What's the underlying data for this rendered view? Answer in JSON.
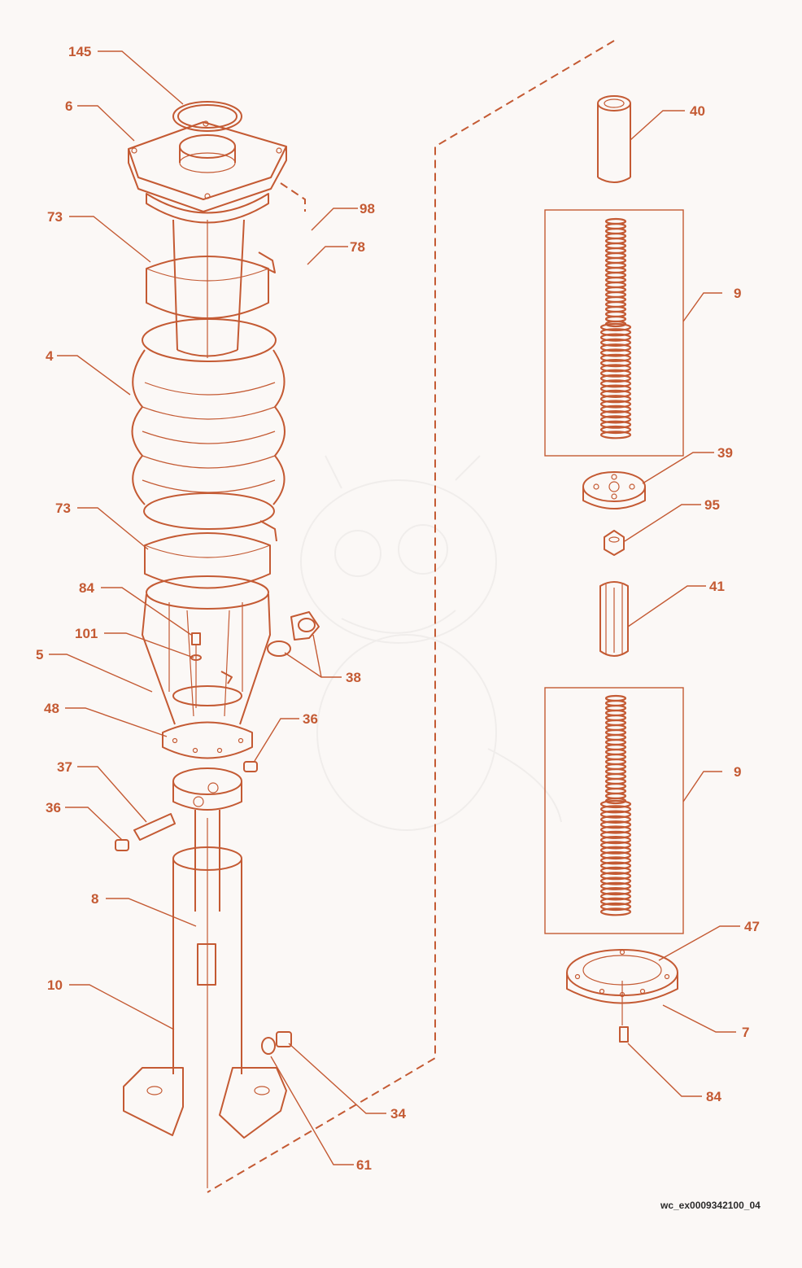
{
  "diagram": {
    "accent_color": "#c45a33",
    "callouts": [
      {
        "id": "c145",
        "label": "145"
      },
      {
        "id": "c6",
        "label": "6"
      },
      {
        "id": "c73a",
        "label": "73"
      },
      {
        "id": "c98",
        "label": "98"
      },
      {
        "id": "c78",
        "label": "78"
      },
      {
        "id": "c4",
        "label": "4"
      },
      {
        "id": "c73b",
        "label": "73"
      },
      {
        "id": "c84a",
        "label": "84"
      },
      {
        "id": "c101",
        "label": "101"
      },
      {
        "id": "c5",
        "label": "5"
      },
      {
        "id": "c38",
        "label": "38"
      },
      {
        "id": "c48",
        "label": "48"
      },
      {
        "id": "c36a",
        "label": "36"
      },
      {
        "id": "c37",
        "label": "37"
      },
      {
        "id": "c36b",
        "label": "36"
      },
      {
        "id": "c8",
        "label": "8"
      },
      {
        "id": "c10",
        "label": "10"
      },
      {
        "id": "c34",
        "label": "34"
      },
      {
        "id": "c61",
        "label": "61"
      },
      {
        "id": "c40",
        "label": "40"
      },
      {
        "id": "c9a",
        "label": "9"
      },
      {
        "id": "c39",
        "label": "39"
      },
      {
        "id": "c95",
        "label": "95"
      },
      {
        "id": "c41",
        "label": "41"
      },
      {
        "id": "c9b",
        "label": "9"
      },
      {
        "id": "c47",
        "label": "47"
      },
      {
        "id": "c7",
        "label": "7"
      },
      {
        "id": "c84b",
        "label": "84"
      }
    ],
    "document_id": "wc_ex0009342100_04"
  }
}
